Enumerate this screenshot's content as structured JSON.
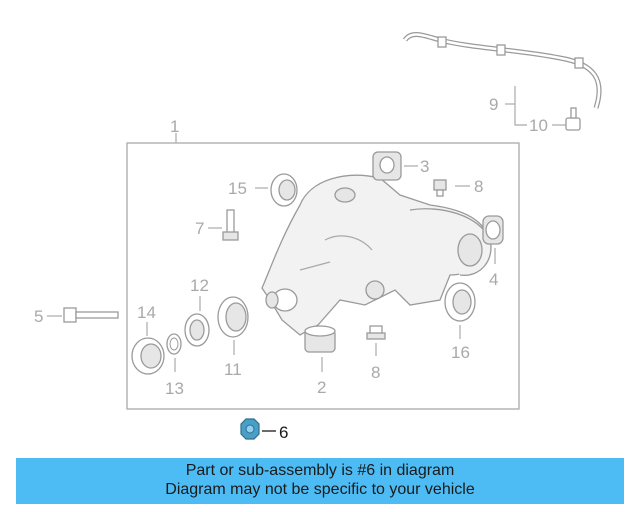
{
  "diagram": {
    "callouts": {
      "c1": "1",
      "c2": "2",
      "c3": "3",
      "c4": "4",
      "c5": "5",
      "c6": "6",
      "c7": "7",
      "c8a": "8",
      "c8b": "8",
      "c9": "9",
      "c10": "10",
      "c11": "11",
      "c12": "12",
      "c13": "13",
      "c14": "14",
      "c15": "15",
      "c16": "16"
    },
    "highlight_color": "#4a9fc7"
  },
  "banner": {
    "line1": "Part or sub-assembly is #6 in diagram",
    "line2": "Diagram may not be specific to your vehicle",
    "background": "#4dbcf5"
  }
}
